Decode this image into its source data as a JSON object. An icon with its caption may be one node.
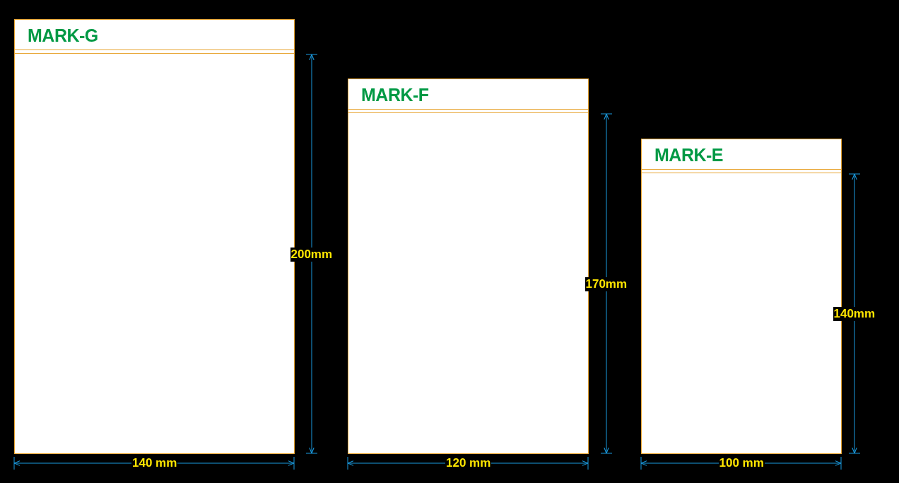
{
  "diagram": {
    "nodes": [
      {
        "text": [
          "MARK-G"
        ]
      },
      {
        "text": [
          "MARK-F"
        ]
      },
      {
        "text": [
          "MARK-E"
        ]
      }
    ],
    "labels": [
      "200mm",
      "140 mm",
      "170mm",
      "120 mm",
      "140mm",
      "100 mm"
    ]
  }
}
